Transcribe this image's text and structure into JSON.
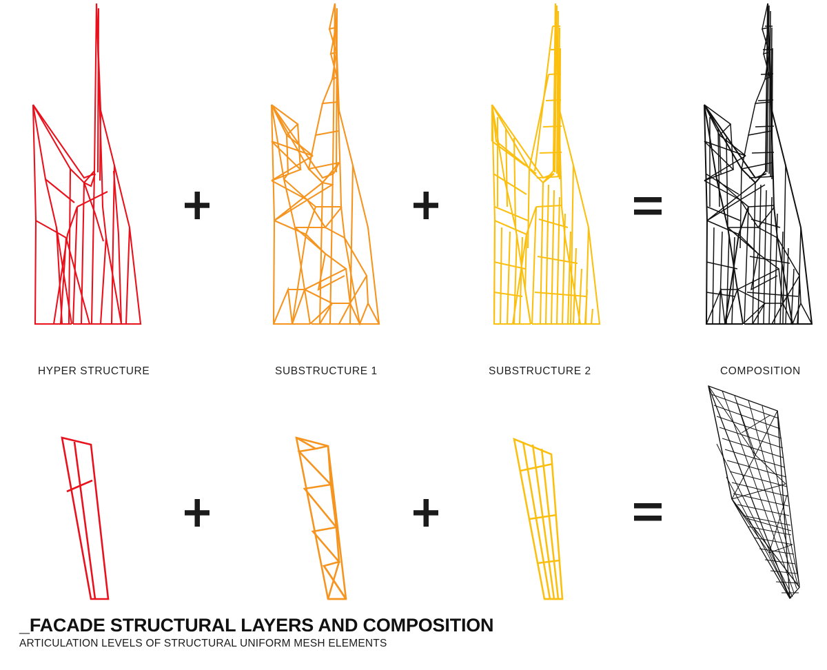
{
  "diagram": {
    "title": "_FACADE STRUCTURAL LAYERS AND COMPOSITION",
    "subtitle": "ARTICULATION LEVELS OF STRUCTURAL UNIFORM MESH ELEMENTS",
    "background": "#ffffff"
  },
  "colors": {
    "hyper_structure": "#E8111C",
    "substructure_1": "#F5941F",
    "substructure_2": "#FBBF10",
    "composition": "#111111",
    "operator": "#1b1b1b",
    "text": "#1a1a1a"
  },
  "operators": {
    "plus": "+",
    "equals": "=",
    "plus_name": "plus-operator",
    "equals_name": "equals-operator"
  },
  "columns": [
    {
      "id": "hyper-structure",
      "label": "HYPER STRUCTURE",
      "color": "#E8111C",
      "layer_type": "primary-frame",
      "tower_description": "Faceted twin-peak tower outline with primary folded plate edges",
      "panel_description": "Tapered facade panel with single vertical mullion and one cross rung"
    },
    {
      "id": "substructure-1",
      "label": "SUBSTRUCTURE 1",
      "color": "#F5941F",
      "layer_type": "triangulated-bracing",
      "tower_description": "Same tower silhouette filled with diagonal triangulated bracing mesh",
      "panel_description": "Tapered facade panel with zig-zag diagonal triangulation"
    },
    {
      "id": "substructure-2",
      "label": "SUBSTRUCTURE 2",
      "color": "#FBBF10",
      "layer_type": "orthogonal-grid",
      "tower_description": "Same tower silhouette filled with orthogonal mullion and transom grid",
      "panel_description": "Tapered facade panel with four vertical mullions and three horizontal transoms"
    },
    {
      "id": "composition",
      "label": "COMPOSITION",
      "color": "#111111",
      "layer_type": "combined-mesh",
      "tower_description": "All three structural layers superimposed as a dense black wireframe tower",
      "panel_description": "Axonometric view of the composed uniform mesh facade panel"
    }
  ],
  "rows": [
    {
      "id": "row-towers",
      "name": "full-tower-elevation-row"
    },
    {
      "id": "row-panels",
      "name": "facade-panel-detail-row"
    }
  ]
}
